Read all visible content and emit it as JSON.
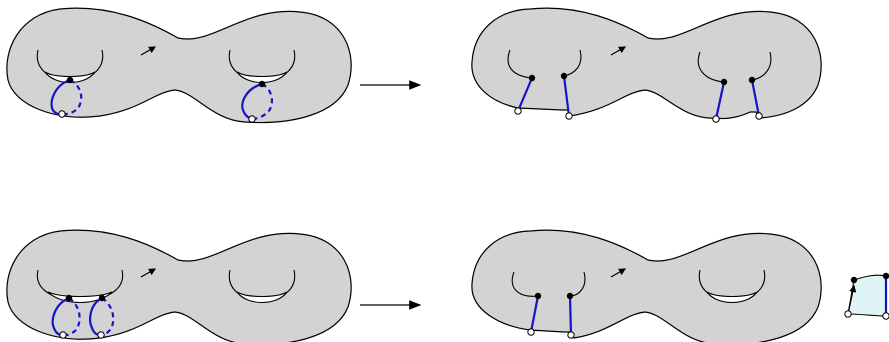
{
  "figure": {
    "panels": [
      "top-left",
      "top-right",
      "bottom-left",
      "bottom-right"
    ],
    "colors": {
      "surface": "#d3d3d3",
      "curves": "#1414c8",
      "patch": "#dff5f5"
    },
    "icons": [
      "right-arrow-icon",
      "orientation-arrow-icon"
    ]
  }
}
